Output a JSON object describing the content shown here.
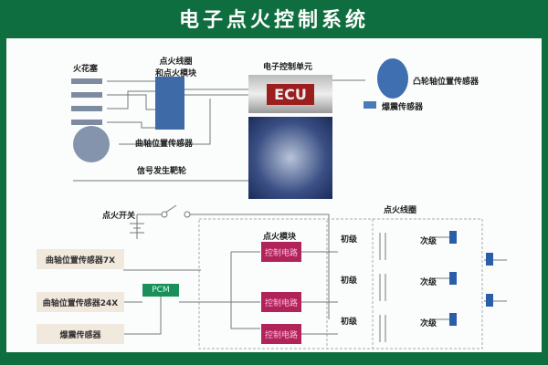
{
  "title": "电子点火控制系统",
  "top": {
    "spark_plugs": "火花塞",
    "coil_module": [
      "点火线圈",
      "和点火模块"
    ],
    "ecu_label": "电子控制单元",
    "ecu_text": "ECU",
    "cam_sensor": "凸轮轴位置传感器",
    "knock_sensor": "爆震传感器",
    "crank_sensor": "曲轴位置传感器",
    "reluctor": "信号发生靶轮"
  },
  "bottom": {
    "ignition_switch": "点火开关",
    "ignition_coil": "点火线圈",
    "ignition_module": "点火模块",
    "inputs": [
      "曲轴位置传感器7X",
      "曲轴位置传感器24X",
      "爆震传感器"
    ],
    "pcm": "PCM",
    "control_circuits": [
      "控制电路",
      "控制电路",
      "控制电路"
    ],
    "primary": [
      "初级",
      "初级",
      "初级"
    ],
    "secondary": [
      "次级",
      "次级",
      "次级"
    ]
  },
  "colors": {
    "background": "#0f6e3f",
    "control": "#b0245a",
    "pcm": "#1b8f5a"
  }
}
